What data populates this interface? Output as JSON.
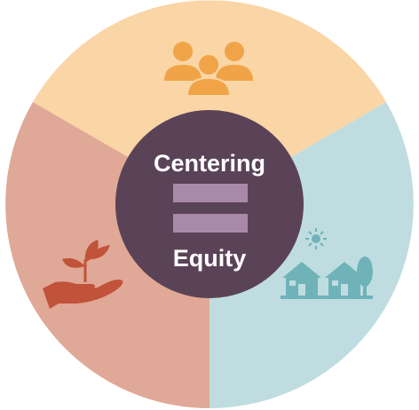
{
  "center": {
    "line1": "Centering",
    "line2": "Equity",
    "color": "#5b4357",
    "bar_color": "#a88aa8"
  },
  "segments": [
    {
      "name": "community",
      "color": "#fad5a5",
      "icon": "people-group-icon",
      "icon_color": "#f0a447"
    },
    {
      "name": "environment",
      "color": "#bfdde0",
      "icon": "houses-sun-tree-icon",
      "icon_color": "#6fb3b8"
    },
    {
      "name": "growth",
      "color": "#e0a896",
      "icon": "hand-sprout-icon",
      "icon_color": "#c0533a"
    }
  ]
}
